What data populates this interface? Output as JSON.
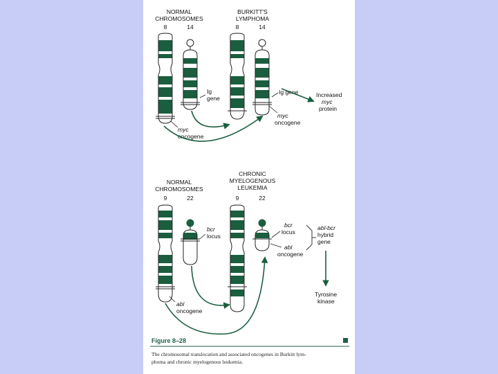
{
  "colors": {
    "slide_background": "#c8cdf7",
    "panel_background": "#ffffff",
    "chromosome_band": "#1b5e3f",
    "outline": "#222222",
    "figure_label": "#1f5f45"
  },
  "top": {
    "normal_header": [
      "NORMAL",
      "CHROMOSOMES"
    ],
    "normal_numbers": [
      "8",
      "14"
    ],
    "disease_header": [
      "BURKITT'S",
      "LYMPHOMA"
    ],
    "disease_numbers": [
      "8",
      "14"
    ],
    "ig_gene_left": [
      "Ig",
      "gene"
    ],
    "ig_gene_right": "Ig gene",
    "myc_oncogene_left": [
      "myc",
      "oncogene"
    ],
    "myc_oncogene_right": [
      "myc",
      "oncogene"
    ],
    "result": [
      "Increased",
      "myc",
      "protein"
    ]
  },
  "bottom": {
    "normal_header": [
      "NORMAL",
      "CHROMOSOMES"
    ],
    "normal_numbers": [
      "9",
      "22"
    ],
    "disease_header": [
      "CHRONIC",
      "MYELOGENOUS",
      "LEUKEMIA"
    ],
    "disease_numbers": [
      "9",
      "22"
    ],
    "bcr_locus_left": [
      "bcr",
      "locus"
    ],
    "bcr_locus_right": [
      "bcr",
      "locus"
    ],
    "abl_oncogene_left": [
      "abl",
      "oncogene"
    ],
    "abl_oncogene_right": [
      "abl",
      "oncogene"
    ],
    "hybrid_gene": [
      "abl-bcr",
      "hybrid",
      "gene"
    ],
    "product": [
      "Tyrosine",
      "kinase"
    ]
  },
  "figure": {
    "label": "Figure 8–28",
    "caption_line1": "The chromosomal translocation and associated oncogenes in Burkitt lym-",
    "caption_line2": "phoma and chronic myelogenous leukemia."
  }
}
